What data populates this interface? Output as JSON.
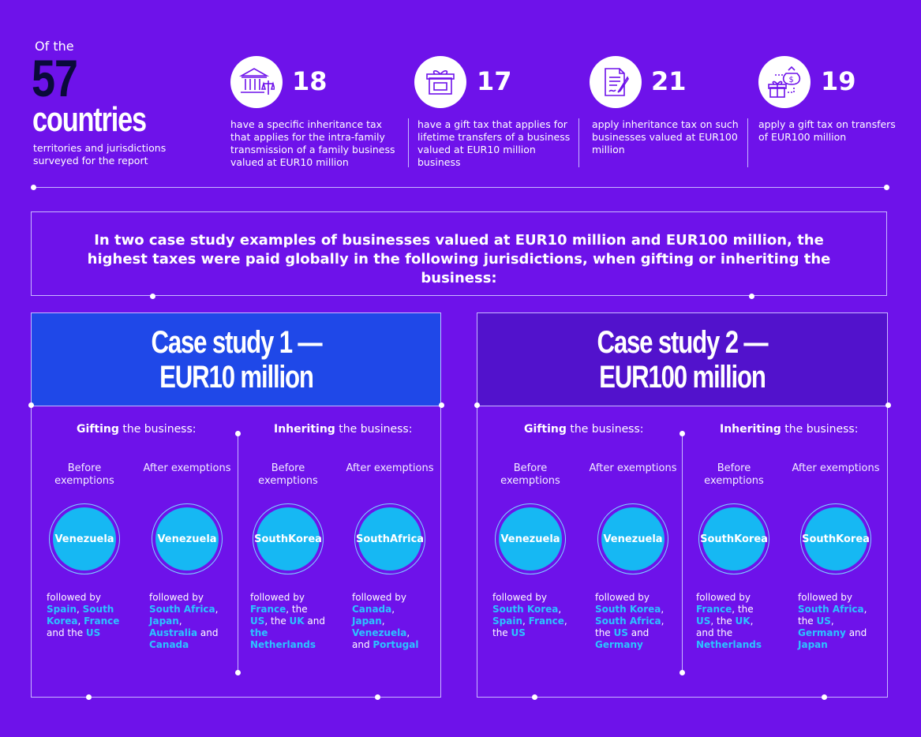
{
  "header": {
    "of_the": "Of the",
    "count": "57",
    "countries": "countries",
    "subtitle": "territories and jurisdictions surveyed for the report"
  },
  "stats": [
    {
      "icon": "bank-scales-icon",
      "number": "18",
      "desc": "have a specific inheritance tax that applies for the intra-family transmission of a family business valued at EUR10 million"
    },
    {
      "icon": "gift-box-icon",
      "number": "17",
      "desc": "have a gift tax that applies for lifetime transfers of a business valued at EUR10 million business"
    },
    {
      "icon": "document-pen-icon",
      "number": "21",
      "desc": "apply inheritance tax on such businesses valued at EUR100 million"
    },
    {
      "icon": "money-bag-gift-icon",
      "number": "19",
      "desc": "apply a gift tax on transfers of EUR100 million"
    }
  ],
  "banner": "In two case study examples of businesses valued at EUR10 million and EUR100 million, the highest taxes were paid globally in the following jurisdictions, when gifting or inheriting the business:",
  "labels": {
    "gifting_bold": "Gifting",
    "inheriting_bold": "Inheriting",
    "the_business": " the business:",
    "before": "Before exemptions",
    "after": "After exemptions",
    "followed_by": "followed by"
  },
  "cases": [
    {
      "title_line1": "Case study 1 —",
      "title_line2": "EUR10 million",
      "header_color": "#1f48e8",
      "columns": [
        {
          "circle_l1": "Venezuela",
          "circle_l2": "",
          "follow": [
            [
              "Spain",
              true
            ],
            [
              ", ",
              false
            ],
            [
              "South Korea",
              true
            ],
            [
              ", ",
              false
            ],
            [
              "France",
              true
            ],
            [
              " and the ",
              false
            ],
            [
              "US",
              true
            ]
          ]
        },
        {
          "circle_l1": "Venezuela",
          "circle_l2": "",
          "follow": [
            [
              "South Africa",
              true
            ],
            [
              ", ",
              false
            ],
            [
              "Japan",
              true
            ],
            [
              ", ",
              false
            ],
            [
              "Australia",
              true
            ],
            [
              " and ",
              false
            ],
            [
              "Canada",
              true
            ]
          ]
        },
        {
          "circle_l1": "South",
          "circle_l2": "Korea",
          "follow": [
            [
              "France",
              true
            ],
            [
              ", the ",
              false
            ],
            [
              "US",
              true
            ],
            [
              ", the ",
              false
            ],
            [
              "UK",
              true
            ],
            [
              " and ",
              false
            ],
            [
              "the Netherlands",
              true
            ]
          ]
        },
        {
          "circle_l1": "South",
          "circle_l2": "Africa",
          "follow": [
            [
              "Canada",
              true
            ],
            [
              ", ",
              false
            ],
            [
              "Japan",
              true
            ],
            [
              ", ",
              false
            ],
            [
              "Venezuela",
              true
            ],
            [
              ", and ",
              false
            ],
            [
              "Portugal",
              true
            ]
          ]
        }
      ]
    },
    {
      "title_line1": "Case study 2 —",
      "title_line2": "EUR100 million",
      "header_color": "#5212cc",
      "columns": [
        {
          "circle_l1": "Venezuela",
          "circle_l2": "",
          "follow": [
            [
              "South Korea",
              true
            ],
            [
              ", ",
              false
            ],
            [
              "Spain",
              true
            ],
            [
              ", ",
              false
            ],
            [
              "France",
              true
            ],
            [
              ", the ",
              false
            ],
            [
              "US",
              true
            ]
          ]
        },
        {
          "circle_l1": "Venezuela",
          "circle_l2": "",
          "follow": [
            [
              "South Korea",
              true
            ],
            [
              ", ",
              false
            ],
            [
              "South Africa",
              true
            ],
            [
              ", the ",
              false
            ],
            [
              "US",
              true
            ],
            [
              " and ",
              false
            ],
            [
              "Germany",
              true
            ]
          ]
        },
        {
          "circle_l1": "South",
          "circle_l2": "Korea",
          "follow": [
            [
              "France",
              true
            ],
            [
              ", the ",
              false
            ],
            [
              "US",
              true
            ],
            [
              ", the ",
              false
            ],
            [
              "UK",
              true
            ],
            [
              ", and the ",
              false
            ],
            [
              "Netherlands",
              true
            ]
          ]
        },
        {
          "circle_l1": "South",
          "circle_l2": "Korea",
          "follow": [
            [
              "South Africa",
              true
            ],
            [
              ", the ",
              false
            ],
            [
              "US",
              true
            ],
            [
              ", ",
              false
            ],
            [
              "Germany",
              true
            ],
            [
              " and ",
              false
            ],
            [
              "Japan",
              true
            ]
          ]
        }
      ]
    }
  ],
  "colors": {
    "background": "#6e12ea",
    "circle": "#16b8f3",
    "highlight": "#2cc3ff",
    "dark_number": "#0a0a3a"
  }
}
